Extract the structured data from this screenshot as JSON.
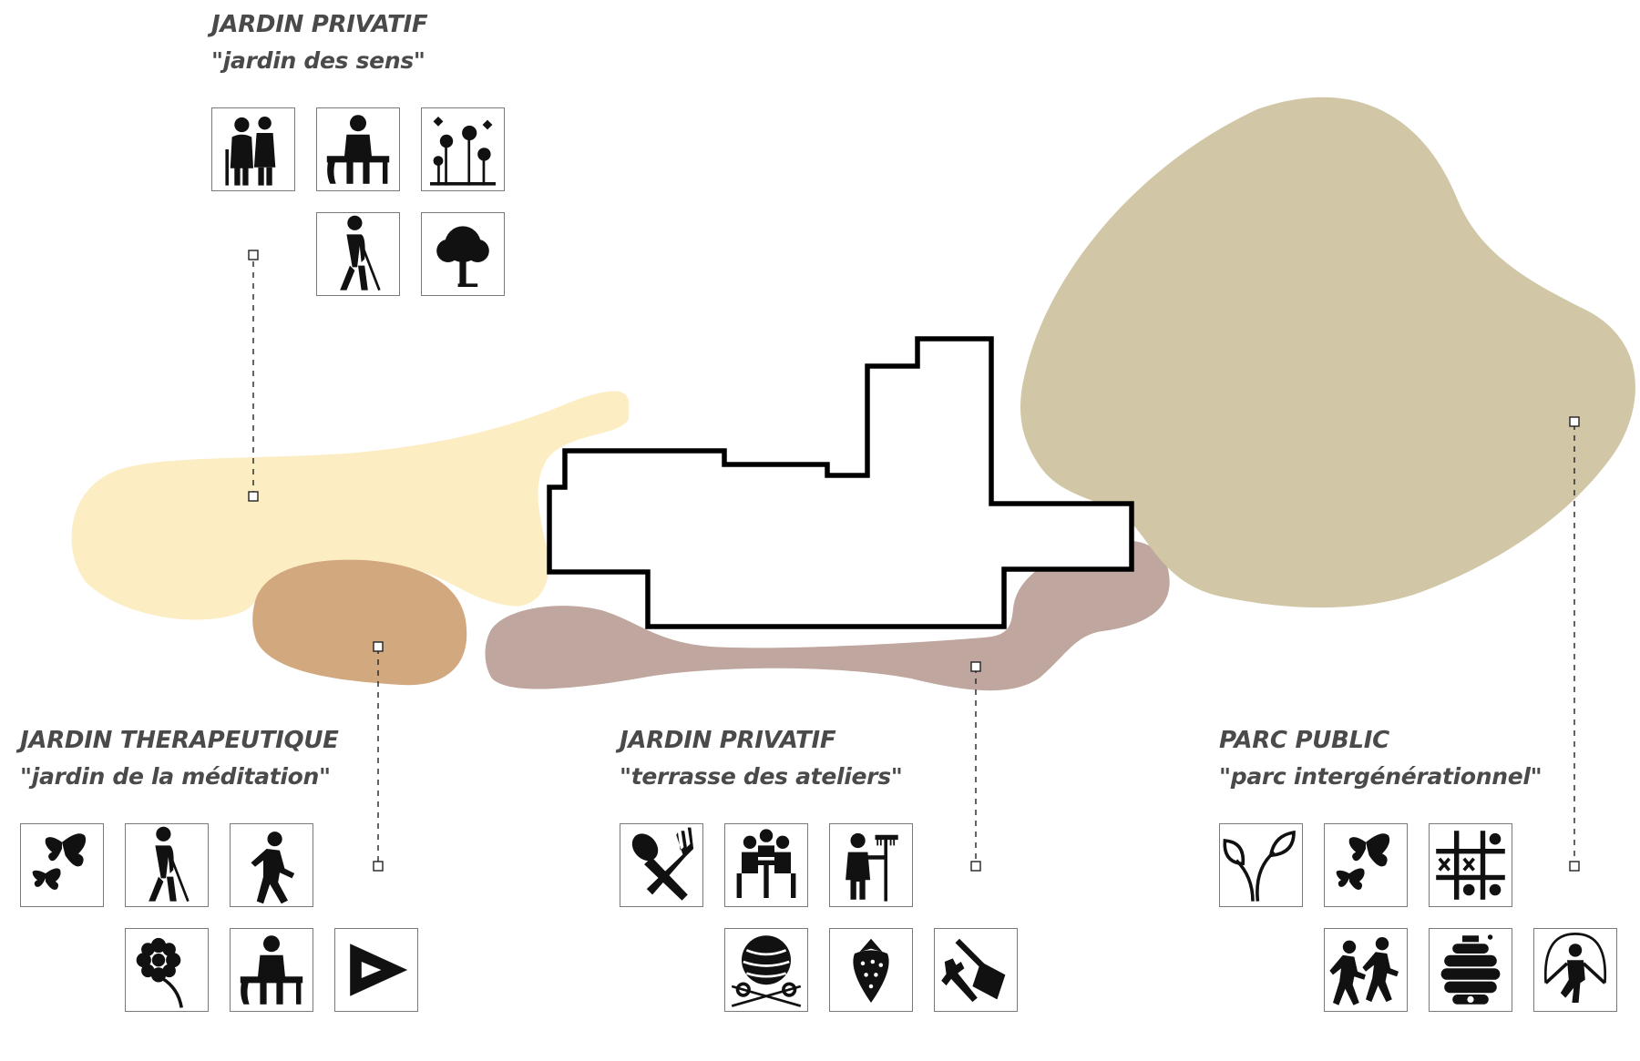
{
  "colors": {
    "jardin_des_sens": "#fcedc2",
    "jardin_meditation": "#d2a87f",
    "terrasse_ateliers": "#bfa69e",
    "parc_public": "#d1c7a7",
    "building_outline": "#000000",
    "label_text": "#4a4a4a",
    "icon": "#111111"
  },
  "zones": [
    {
      "id": "jardin-des-sens",
      "title": "JARDIN PRIVATIF",
      "subtitle": "\"jardin des sens\"",
      "icons": [
        "elderly-couple-icon",
        "person-sitting-bench-icon",
        "flowers-butterflies-icon",
        "elderly-cane-icon",
        "tree-icon"
      ]
    },
    {
      "id": "jardin-meditation",
      "title": "JARDIN THERAPEUTIQUE",
      "subtitle": "\"jardin de la méditation\"",
      "icons": [
        "butterflies-icon",
        "elderly-cane-icon",
        "walking-person-icon",
        "flower-icon",
        "person-sitting-bench-icon",
        "arrow-sign-icon"
      ]
    },
    {
      "id": "terrasse-ateliers",
      "title": "JARDIN PRIVATIF",
      "subtitle": "\"terrasse des ateliers\"",
      "icons": [
        "spoon-fork-icon",
        "people-table-icon",
        "gardener-rake-icon",
        "yarn-ball-icon",
        "strawberry-icon",
        "garden-tools-icon"
      ]
    },
    {
      "id": "parc-public",
      "title": "PARC PUBLIC",
      "subtitle": "\"parc intergénérationnel\"",
      "icons": [
        "plant-sprout-icon",
        "butterflies-icon",
        "tic-tac-toe-icon",
        "children-running-icon",
        "beehive-icon",
        "jump-rope-icon"
      ]
    }
  ]
}
